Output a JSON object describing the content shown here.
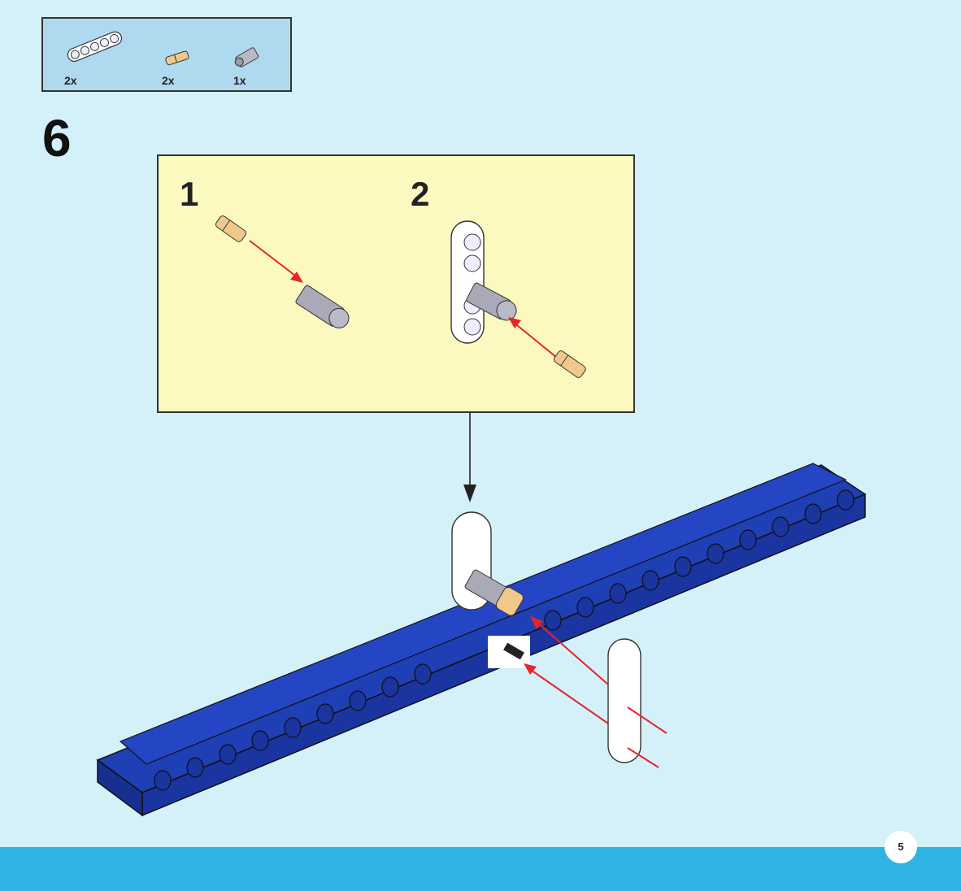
{
  "parts_list": [
    {
      "name": "white-liftarm-5",
      "quantity": "2x"
    },
    {
      "name": "tan-axle-pin",
      "quantity": "2x"
    },
    {
      "name": "gray-axle-connector",
      "quantity": "1x"
    }
  ],
  "step": {
    "number": "6"
  },
  "sub_steps": [
    {
      "number": "1"
    },
    {
      "number": "2"
    }
  ],
  "page": {
    "number": "5"
  },
  "colors": {
    "background": "#d4f0f9",
    "parts_box": "#aed9ee",
    "sub_box": "#fbf8c0",
    "beam_blue": "#1f3fb5",
    "footer": "#2db4e2",
    "arrow_red": "#e8232a"
  }
}
